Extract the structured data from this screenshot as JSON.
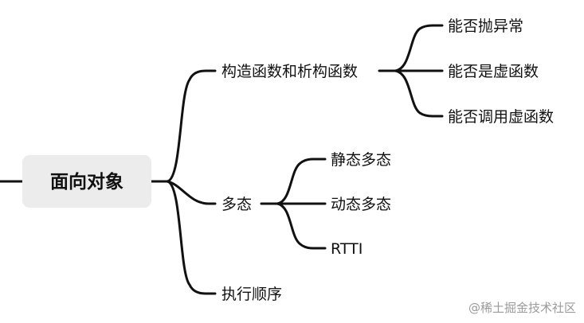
{
  "mindmap": {
    "root": "面向对象",
    "branches": [
      {
        "label": "构造函数和析构函数",
        "children": [
          "能否抛异常",
          "能否是虚函数",
          "能否调用虚函数"
        ]
      },
      {
        "label": "多态",
        "children": [
          "静态多态",
          "动态多态",
          "RTTI"
        ]
      },
      {
        "label": "执行顺序",
        "children": []
      }
    ]
  },
  "watermark": "@稀土掘金技术社区"
}
